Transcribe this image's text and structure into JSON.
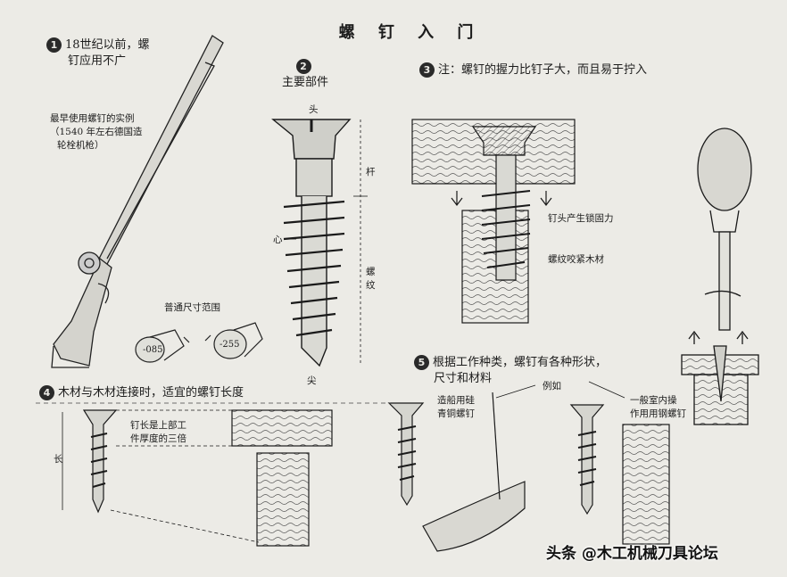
{
  "title": "螺 钉 入 门",
  "section1": {
    "number": "1",
    "heading_line1": "18世纪以前，螺",
    "heading_line2": "钉应用不广",
    "caption_line1": "最早使用螺钉的实例",
    "caption_line2": "（1540 年左右德国造",
    "caption_line3": "轮栓机枪）",
    "size_label": "普通尺寸范围",
    "size_small": "-085",
    "size_large": "-255"
  },
  "section2": {
    "number": "2",
    "heading": "主要部件",
    "head": "头",
    "shank": "杆",
    "core": "心",
    "thread": "螺纹",
    "tip": "尖"
  },
  "section3": {
    "number": "3",
    "heading": "注：螺钉的握力比钉子大，而且易于拧入",
    "note_head_lock": "钉头产生锁固力",
    "note_thread_grip": "螺纹咬紧木材"
  },
  "section4": {
    "number": "4",
    "heading": "木材与木材连接时，适宜的螺钉长度",
    "note_line1": "钉长是上部工",
    "note_line2": "件厚度的三倍",
    "length": "长"
  },
  "section5": {
    "number": "5",
    "heading_line1": "根据工作种类，螺钉有各种形状，",
    "heading_line2": "尺寸和材料",
    "example": "例如",
    "boat_line1": "造船用硅",
    "boat_line2": "青铜螺钉",
    "indoor_line1": "一般室内操",
    "indoor_line2": "作用用钢螺钉"
  },
  "watermark": "头条 @木工机械刀具论坛"
}
